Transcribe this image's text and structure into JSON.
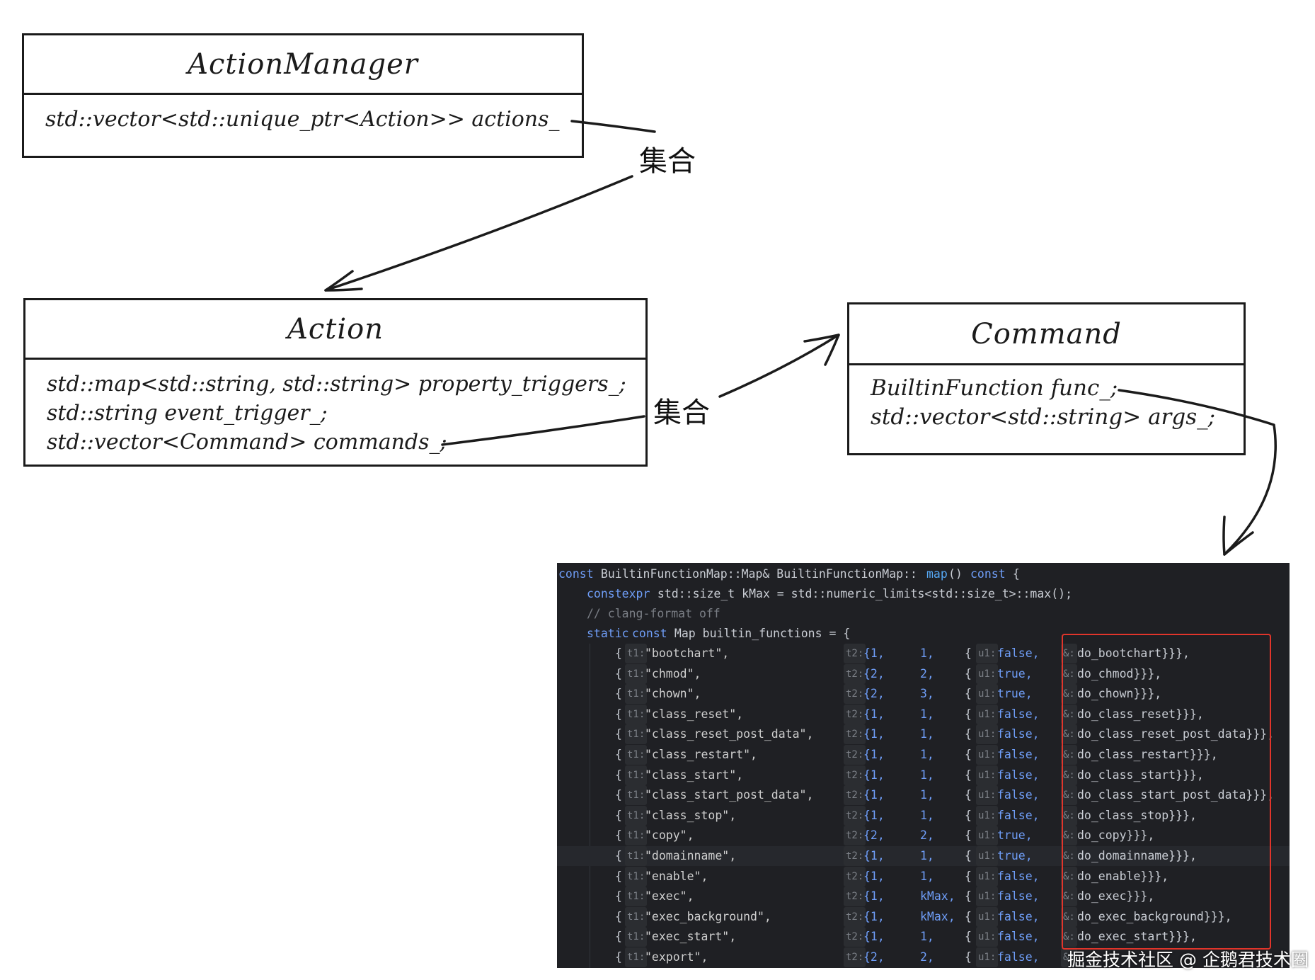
{
  "classes": {
    "action_manager": {
      "name": "ActionManager",
      "fields": [
        "std::vector<std::unique_ptr<Action>> actions_"
      ]
    },
    "action": {
      "name": "Action",
      "fields": [
        "std::map<std::string, std::string> property_triggers_;",
        "std::string event_trigger_;",
        "std::vector<Command> commands_;"
      ]
    },
    "command": {
      "name": "Command",
      "fields": [
        "BuiltinFunction func_;",
        "std::vector<std::string> args_;"
      ]
    }
  },
  "relations": {
    "manager_to_action": "集合",
    "action_to_command": "集合"
  },
  "code": {
    "header": {
      "l1": {
        "kw1": "const",
        "type1": " BuiltinFunctionMap::Map& BuiltinFunctionMap::",
        "fn": "map",
        "rest": "() ",
        "kw2": "const",
        "brace": " {"
      },
      "l2": {
        "kw": "constexpr",
        "rest": " std::size_t kMax = std::numeric_limits<std::size_t>::max();"
      },
      "l3": "// clang-format off",
      "l4": {
        "kw1": "static",
        "kw2": "const",
        "rest": " Map builtin_functions = {"
      }
    },
    "hints": {
      "t1": "t1:",
      "t2": "t2:",
      "u1": "u1:",
      "amp": "&:"
    },
    "rows": [
      {
        "name": "\"bootchart\",",
        "min": "{1,",
        "max": "1,",
        "flag": "false,",
        "fn": "do_bootchart}}},"
      },
      {
        "name": "\"chmod\",",
        "min": "{2,",
        "max": "2,",
        "flag": "true,",
        "fn": "do_chmod}}},"
      },
      {
        "name": "\"chown\",",
        "min": "{2,",
        "max": "3,",
        "flag": "true,",
        "fn": "do_chown}}},"
      },
      {
        "name": "\"class_reset\",",
        "min": "{1,",
        "max": "1,",
        "flag": "false,",
        "fn": "do_class_reset}}},"
      },
      {
        "name": "\"class_reset_post_data\",",
        "min": "{1,",
        "max": "1,",
        "flag": "false,",
        "fn": "do_class_reset_post_data}}},"
      },
      {
        "name": "\"class_restart\",",
        "min": "{1,",
        "max": "1,",
        "flag": "false,",
        "fn": "do_class_restart}}},"
      },
      {
        "name": "\"class_start\",",
        "min": "{1,",
        "max": "1,",
        "flag": "false,",
        "fn": "do_class_start}}},"
      },
      {
        "name": "\"class_start_post_data\",",
        "min": "{1,",
        "max": "1,",
        "flag": "false,",
        "fn": "do_class_start_post_data}}},"
      },
      {
        "name": "\"class_stop\",",
        "min": "{1,",
        "max": "1,",
        "flag": "false,",
        "fn": "do_class_stop}}},"
      },
      {
        "name": "\"copy\",",
        "min": "{2,",
        "max": "2,",
        "flag": "true,",
        "fn": "do_copy}}},"
      },
      {
        "name": "\"domainname\",",
        "min": "{1,",
        "max": "1,",
        "flag": "true,",
        "fn": "do_domainname}}},"
      },
      {
        "name": "\"enable\",",
        "min": "{1,",
        "max": "1,",
        "flag": "false,",
        "fn": "do_enable}}},"
      },
      {
        "name": "\"exec\",",
        "min": "{1,",
        "max": "kMax,",
        "flag": "false,",
        "fn": "do_exec}}},"
      },
      {
        "name": "\"exec_background\",",
        "min": "{1,",
        "max": "kMax,",
        "flag": "false,",
        "fn": "do_exec_background}}},"
      },
      {
        "name": "\"exec_start\",",
        "min": "{1,",
        "max": "1,",
        "flag": "false,",
        "fn": "do_exec_start}}},"
      },
      {
        "name": "\"export\",",
        "min": "{2,",
        "max": "2,",
        "flag": "false,",
        "fn": ""
      }
    ]
  },
  "watermark": "掘金技术社区 @ 企鹅君技术圈",
  "colors": {
    "highlight_box": "#e0352b",
    "code_bg": "#1f2024",
    "keyword": "#6f9ef8"
  }
}
